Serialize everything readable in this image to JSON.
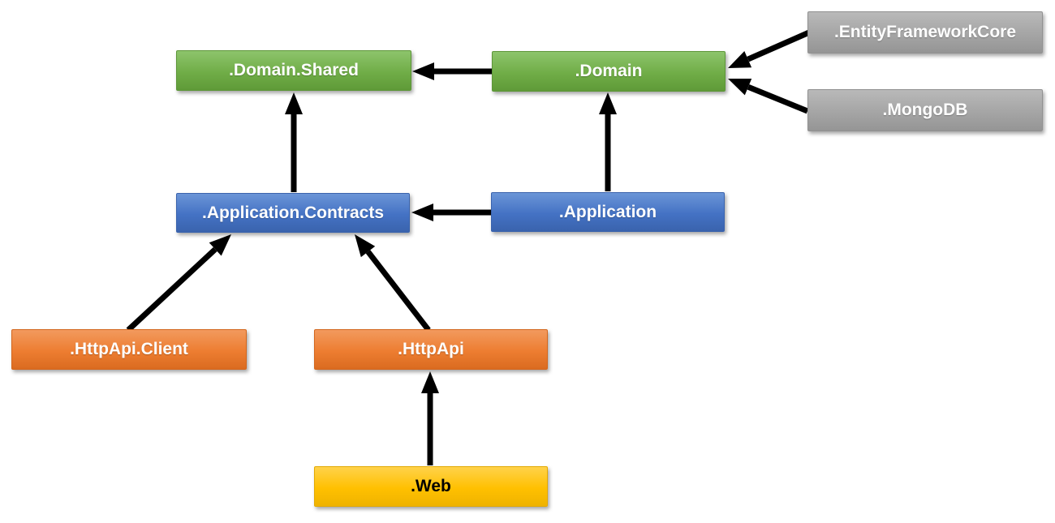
{
  "diagram": {
    "background_color": "#ffffff",
    "arrow_color": "#000000",
    "nodes": [
      {
        "id": "domain-shared",
        "label": ".Domain.Shared",
        "color": "#70AD47",
        "text_color": "#ffffff"
      },
      {
        "id": "domain",
        "label": ".Domain",
        "color": "#70AD47",
        "text_color": "#ffffff"
      },
      {
        "id": "entity-framework-core",
        "label": ".EntityFrameworkCore",
        "color": "#A5A5A5",
        "text_color": "#ffffff"
      },
      {
        "id": "mongodb",
        "label": ".MongoDB",
        "color": "#A5A5A5",
        "text_color": "#ffffff"
      },
      {
        "id": "application-contracts",
        "label": ".Application.Contracts",
        "color": "#4472C4",
        "text_color": "#ffffff"
      },
      {
        "id": "application",
        "label": ".Application",
        "color": "#4472C4",
        "text_color": "#ffffff"
      },
      {
        "id": "httpapi-client",
        "label": ".HttpApi.Client",
        "color": "#ED7D31",
        "text_color": "#ffffff"
      },
      {
        "id": "httpapi",
        "label": ".HttpApi",
        "color": "#ED7D31",
        "text_color": "#ffffff"
      },
      {
        "id": "web",
        "label": ".Web",
        "color": "#FFC000",
        "text_color": "#000000"
      }
    ],
    "edges": [
      {
        "from": ".Domain",
        "to": ".Domain.Shared"
      },
      {
        "from": ".EntityFrameworkCore",
        "to": ".Domain"
      },
      {
        "from": ".MongoDB",
        "to": ".Domain"
      },
      {
        "from": ".Application.Contracts",
        "to": ".Domain.Shared"
      },
      {
        "from": ".Application",
        "to": ".Domain"
      },
      {
        "from": ".Application",
        "to": ".Application.Contracts"
      },
      {
        "from": ".HttpApi.Client",
        "to": ".Application.Contracts"
      },
      {
        "from": ".HttpApi",
        "to": ".Application.Contracts"
      },
      {
        "from": ".Web",
        "to": ".HttpApi"
      }
    ]
  }
}
